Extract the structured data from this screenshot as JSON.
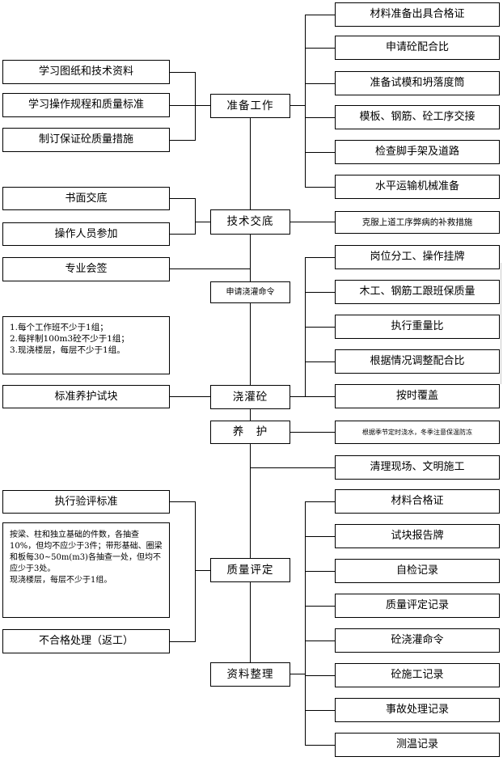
{
  "flowchart": {
    "center_nodes": {
      "prep": "准备工作",
      "disclosure": "技术交底",
      "pour_order": "申请浇灌命令",
      "pour": "浇灌砼",
      "curing": "养　护",
      "quality": "质量评定",
      "docs": "资料整理"
    },
    "left_nodes": {
      "study_drawings": "学习图纸和技术资料",
      "study_rules": "学习操作规程和质量标准",
      "quality_measures": "制订保证砼质量措施",
      "written_disclosure": "书面交底",
      "staff_join": "操作人员参加",
      "countersign": "专业会签",
      "test_notes": [
        "1.每个工作班不少于1组；",
        "2.每拌制100m3砼不少于1组；",
        "3.现浇楼层，每层不少于1组。"
      ],
      "standard_curing": "标准养护试块",
      "eval_standard": "执行验评标准",
      "eval_notes": [
        "按梁、柱和独立基础的件数，各抽查10%，但均不应少于3件；带形基础、圈梁和板每30~50m(m3)各抽查一处，但均不应少于3处。",
        "现浇楼层，每层不少于1组。"
      ],
      "nonconforming": "不合格处理（返工）"
    },
    "right_nodes": {
      "prep_items": [
        "材料准备出具合格证",
        "申请砼配合比",
        "准备试模和坍落度筒",
        "模板、钢筋、砼工序交接",
        "检查脚手架及道路",
        "水平运输机械准备"
      ],
      "remedy": "克服上道工序弊病的补救措施",
      "pour_items": [
        "岗位分工、操作挂牌",
        "木工、钢筋工跟班保质量",
        "执行重量比",
        "根据情况调整配合比",
        "按时覆盖"
      ],
      "curing_item": "根据季节定时浇水，冬季注意保温防冻",
      "cleanup": "清理现场、文明施工",
      "doc_items": [
        "材料合格证",
        "试块报告牌",
        "自检记录",
        "质量评定记录",
        "砼浇灌命令",
        "砼施工记录",
        "事故处理记录",
        "测温记录"
      ]
    }
  }
}
